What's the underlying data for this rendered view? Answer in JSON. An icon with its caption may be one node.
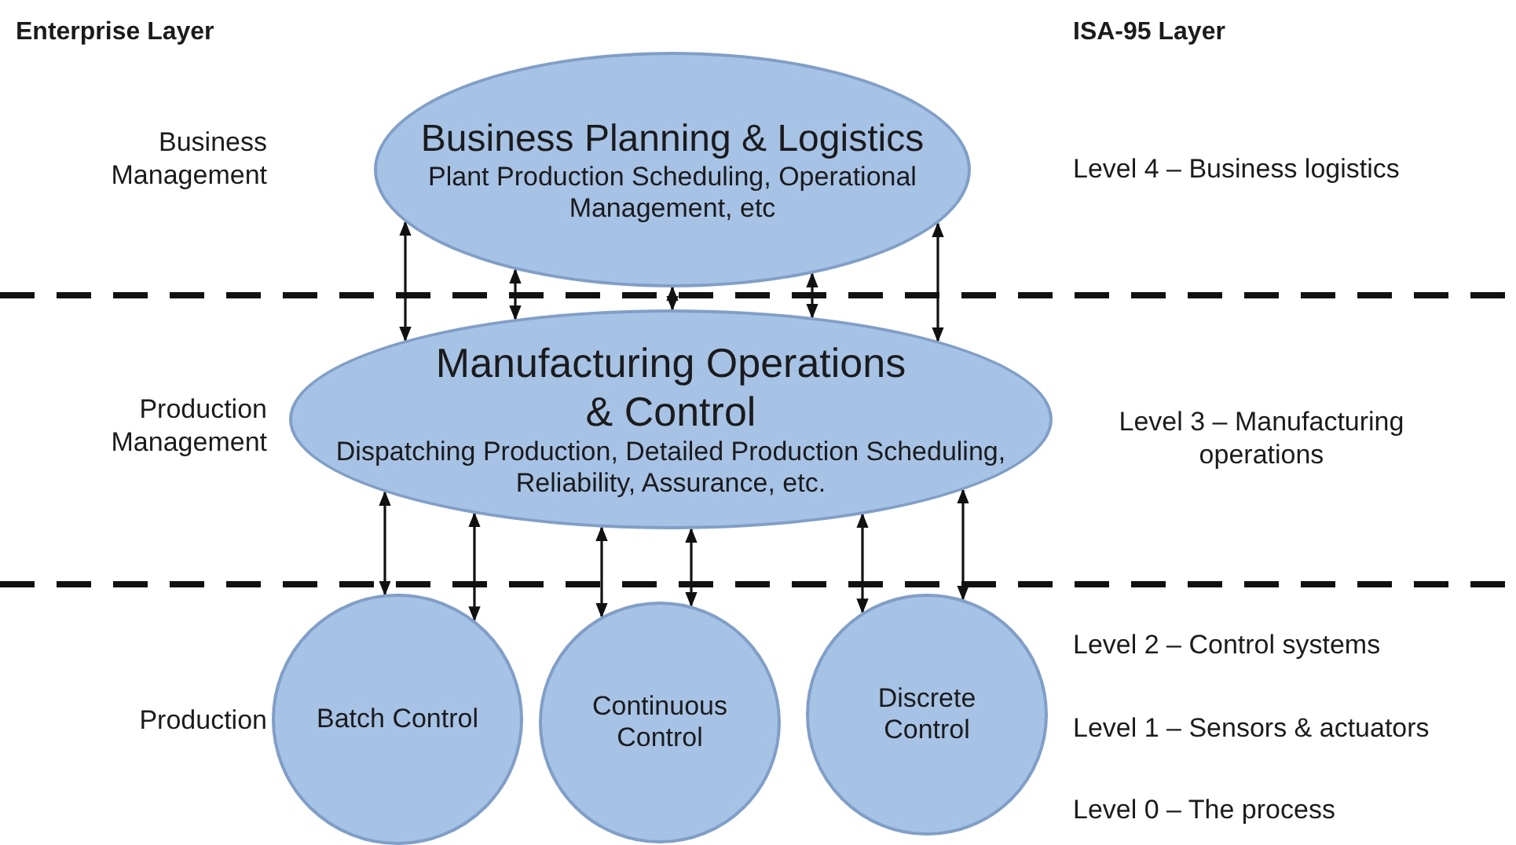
{
  "diagram": {
    "nodes": [
      {
        "text": [
          "Business Planning & Logistics",
          "Plant Production Scheduling, Operational Management, etc"
        ]
      },
      {
        "text": [
          "Manufacturing Operations & Control",
          "Dispatching Production, Detailed Production Scheduling, Reliability, Assurance, etc."
        ]
      },
      {
        "text": [
          "Batch Control"
        ]
      },
      {
        "text": [
          "Continuous Control"
        ]
      },
      {
        "text": [
          "Discrete Control"
        ]
      }
    ],
    "edges": [
      {
        "from": 0,
        "to": 1,
        "arrow": "both"
      },
      {
        "from": 0,
        "to": 1,
        "arrow": "both"
      },
      {
        "from": 0,
        "to": 1,
        "arrow": "both"
      },
      {
        "from": 0,
        "to": 1,
        "arrow": "both"
      },
      {
        "from": 0,
        "to": 1,
        "arrow": "both"
      },
      {
        "from": 1,
        "to": 2,
        "arrow": "both"
      },
      {
        "from": 1,
        "to": 2,
        "arrow": "both"
      },
      {
        "from": 1,
        "to": 3,
        "arrow": "both"
      },
      {
        "from": 1,
        "to": 3,
        "arrow": "both"
      },
      {
        "from": 1,
        "to": 4,
        "arrow": "both"
      },
      {
        "from": 1,
        "to": 4,
        "arrow": "both"
      }
    ],
    "labels": [
      "Enterprise Layer",
      "ISA-95 Layer",
      "Business Management",
      "Level 4 – Business logistics",
      "Production Management",
      "Level 3 – Manufacturing operations",
      "Level 2 – Control systems",
      "Production",
      "Level 1 – Sensors & actuators",
      "Level 0 – The process"
    ]
  }
}
